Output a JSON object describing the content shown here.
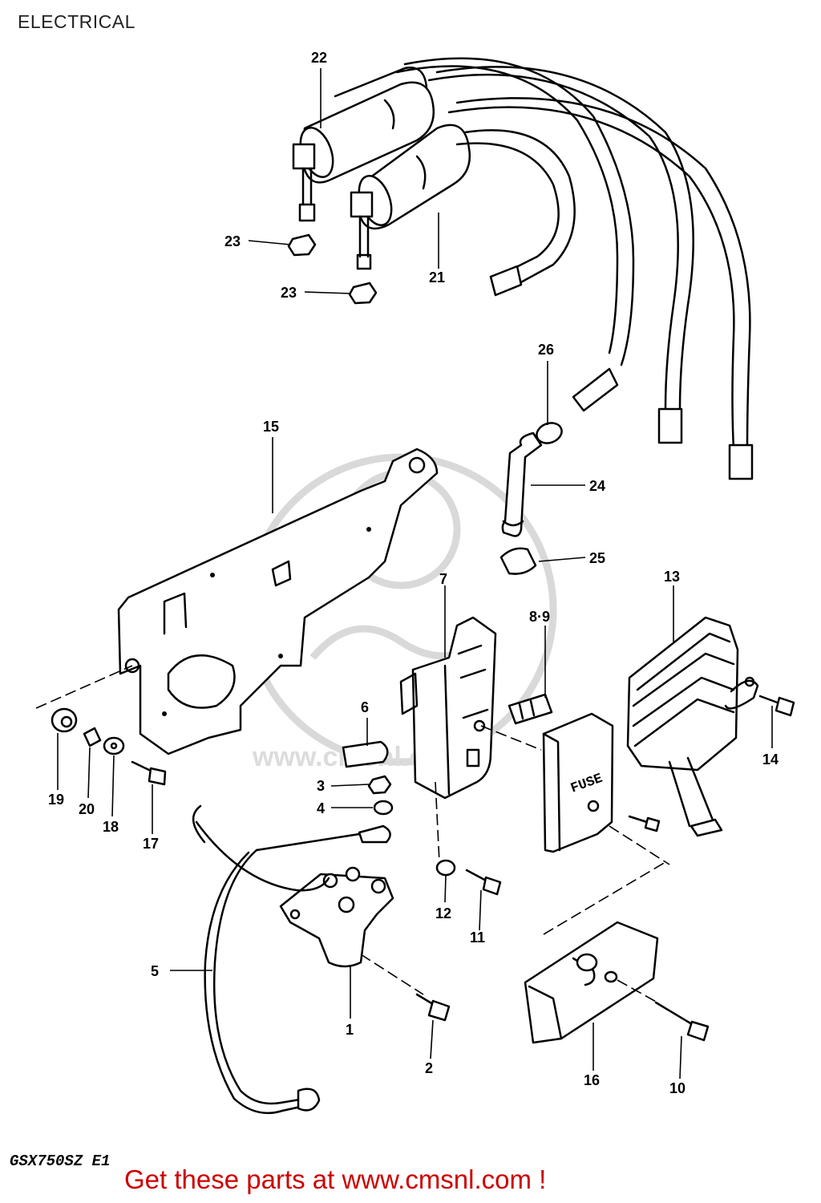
{
  "page": {
    "title": "ELECTRICAL",
    "model_code": "GSX750SZ E1",
    "cta": "Get these parts at www.cmsnl.com !",
    "accent_color": "#cc0000"
  },
  "watermark": {
    "text": "www.cmsnl.com"
  },
  "parts": {
    "p1": "1",
    "p2": "2",
    "p3": "3",
    "p4": "4",
    "p5": "5",
    "p6": "6",
    "p7": "7",
    "p8_9": "8·9",
    "p10": "10",
    "p11": "11",
    "p12": "12",
    "p13": "13",
    "p14": "14",
    "p15": "15",
    "p16": "16",
    "p17": "17",
    "p18": "18",
    "p19": "19",
    "p20": "20",
    "p21": "21",
    "p22": "22",
    "p23a": "23",
    "p23b": "23",
    "p24": "24",
    "p25": "25",
    "p26": "26"
  },
  "fuse_box_label": "FUSE"
}
